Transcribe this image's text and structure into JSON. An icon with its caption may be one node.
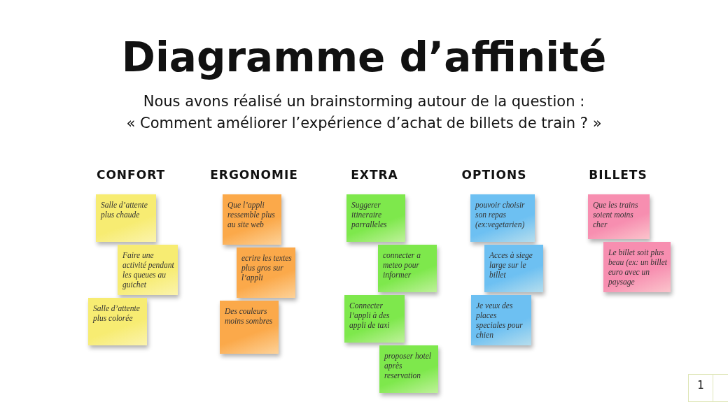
{
  "diagram": {
    "title": "Diagramme d’affinité",
    "nodes": [
      {
        "text": [
          "Salle d’attente plus chaude"
        ]
      },
      {
        "text": [
          "Faire une activité pendant les queues au guichet"
        ]
      },
      {
        "text": [
          "Salle d’attente plus colorée"
        ]
      },
      {
        "text": [
          "Que l’appli ressemble plus au site web"
        ]
      },
      {
        "text": [
          "ecrire les textes plus gros sur l’appli"
        ]
      },
      {
        "text": [
          "Des couleurs moins sombres"
        ]
      },
      {
        "text": [
          "Suggerer itineraire parralleles"
        ]
      },
      {
        "text": [
          "connecter a meteo pour informer"
        ]
      },
      {
        "text": [
          "Connecter l’appli à des appli de taxi"
        ]
      },
      {
        "text": [
          "proposer hotel après reservation"
        ]
      },
      {
        "text": [
          "pouvoir choisir son repas (ex:vegetarien)"
        ]
      },
      {
        "text": [
          "Acces à siege large sur le billet"
        ]
      },
      {
        "text": [
          "Je veux des places speciales pour chien"
        ]
      },
      {
        "text": [
          "Que les trains soient moins cher"
        ]
      },
      {
        "text": [
          "Le billet soit plus beau (ex: un billet euro avec un paysage"
        ]
      }
    ],
    "labels": [
      "Nous avons réalisé un brainstorming autour de la question :",
      "« Comment améliorer l’expérience d’achat de billets de train ? »",
      "CONFORT",
      "ERGONOMIE",
      "EXTRA",
      "OPTIONS",
      "BILLETS",
      "1"
    ]
  }
}
